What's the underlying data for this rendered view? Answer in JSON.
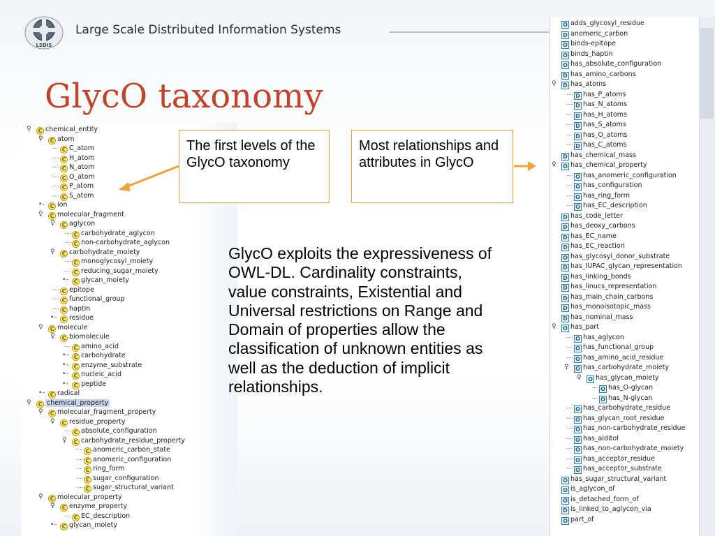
{
  "header": {
    "org_title": "Large Scale Distributed Information Systems",
    "logo_text": "LSDIS"
  },
  "slide": {
    "title": "GlycO taxonomy",
    "callout_left": "The first levels of the GlycO taxonomy",
    "callout_right": "Most relationships and attributes in GlycO",
    "body": "GlycO exploits the expressiveness of OWL-DL. Cardinality constraints, value constraints, Existential and Universal restrictions on Range and Domain of properties allow the classification of unknown entities as well as the deduction of implicit relationships."
  },
  "colors": {
    "title": "#c0442a",
    "accent_orange": "#f0a23a",
    "class_icon": "#fbeb7a",
    "property_icon_border": "#2f7fae"
  },
  "left_tree": [
    {
      "label": "chemical_entity",
      "depth": 0,
      "icon": "C",
      "expander": "open"
    },
    {
      "label": "atom",
      "depth": 1,
      "icon": "C",
      "expander": "open"
    },
    {
      "label": "C_atom",
      "depth": 2,
      "icon": "C",
      "expander": ""
    },
    {
      "label": "H_atom",
      "depth": 2,
      "icon": "C",
      "expander": ""
    },
    {
      "label": "N_atom",
      "depth": 2,
      "icon": "C",
      "expander": ""
    },
    {
      "label": "O_atom",
      "depth": 2,
      "icon": "C",
      "expander": ""
    },
    {
      "label": "P_atom",
      "depth": 2,
      "icon": "C",
      "expander": ""
    },
    {
      "label": "S_atom",
      "depth": 2,
      "icon": "C",
      "expander": ""
    },
    {
      "label": "ion",
      "depth": 1,
      "icon": "C",
      "expander": "closed"
    },
    {
      "label": "molecular_fragment",
      "depth": 1,
      "icon": "C",
      "expander": "open"
    },
    {
      "label": "aglycon",
      "depth": 2,
      "icon": "C",
      "expander": "open"
    },
    {
      "label": "carbohydrate_aglycon",
      "depth": 3,
      "icon": "C",
      "expander": ""
    },
    {
      "label": "non-carbohydrate_aglycon",
      "depth": 3,
      "icon": "C",
      "expander": ""
    },
    {
      "label": "carbohydrate_moiety",
      "depth": 2,
      "icon": "C",
      "expander": "open"
    },
    {
      "label": "monoglycosyl_moiety",
      "depth": 3,
      "icon": "C",
      "expander": ""
    },
    {
      "label": "reducing_sugar_moiety",
      "depth": 3,
      "icon": "C",
      "expander": ""
    },
    {
      "label": "glycan_moiety",
      "depth": 3,
      "icon": "C",
      "expander": "closed"
    },
    {
      "label": "epitope",
      "depth": 2,
      "icon": "C",
      "expander": ""
    },
    {
      "label": "functional_group",
      "depth": 2,
      "icon": "C",
      "expander": ""
    },
    {
      "label": "haptin",
      "depth": 2,
      "icon": "C",
      "expander": ""
    },
    {
      "label": "residue",
      "depth": 2,
      "icon": "C",
      "expander": "closed"
    },
    {
      "label": "molecule",
      "depth": 1,
      "icon": "C",
      "expander": "open"
    },
    {
      "label": "biomolecule",
      "depth": 2,
      "icon": "C",
      "expander": "open"
    },
    {
      "label": "amino_acid",
      "depth": 3,
      "icon": "C",
      "expander": ""
    },
    {
      "label": "carbohydrate",
      "depth": 3,
      "icon": "C",
      "expander": "closed"
    },
    {
      "label": "enzyme_substrate",
      "depth": 3,
      "icon": "C",
      "expander": "closed"
    },
    {
      "label": "nucleic_acid",
      "depth": 3,
      "icon": "C",
      "expander": "closed"
    },
    {
      "label": "peptide",
      "depth": 3,
      "icon": "C",
      "expander": "closed"
    },
    {
      "label": "radical",
      "depth": 1,
      "icon": "C",
      "expander": "closed"
    },
    {
      "label": "chemical_property",
      "depth": 0,
      "icon": "C",
      "expander": "open",
      "selected": true
    },
    {
      "label": "molecular_fragment_property",
      "depth": 1,
      "icon": "C",
      "expander": "open"
    },
    {
      "label": "residue_property",
      "depth": 2,
      "icon": "C",
      "expander": "open"
    },
    {
      "label": "absolute_configuration",
      "depth": 3,
      "icon": "C",
      "expander": ""
    },
    {
      "label": "carbohydrate_residue_property",
      "depth": 3,
      "icon": "C",
      "expander": "open"
    },
    {
      "label": "anomeric_carbon_state",
      "depth": 4,
      "icon": "C",
      "expander": ""
    },
    {
      "label": "anomeric_configuration",
      "depth": 4,
      "icon": "C",
      "expander": ""
    },
    {
      "label": "ring_form",
      "depth": 4,
      "icon": "C",
      "expander": ""
    },
    {
      "label": "sugar_configuration",
      "depth": 4,
      "icon": "C",
      "expander": ""
    },
    {
      "label": "sugar_structural_variant",
      "depth": 4,
      "icon": "C",
      "expander": ""
    },
    {
      "label": "molecular_property",
      "depth": 1,
      "icon": "C",
      "expander": "open"
    },
    {
      "label": "enzyme_property",
      "depth": 2,
      "icon": "C",
      "expander": "open"
    },
    {
      "label": "EC_description",
      "depth": 3,
      "icon": "C",
      "expander": ""
    },
    {
      "label": "glycan_moiety",
      "depth": 2,
      "icon": "C",
      "expander": "closed"
    }
  ],
  "right_tree": [
    {
      "label": "adds_glycosyl_residue",
      "depth": 0,
      "icon": "O",
      "expander": ""
    },
    {
      "label": "anomeric_carbon",
      "depth": 0,
      "icon": "D",
      "expander": ""
    },
    {
      "label": "binds-epitope",
      "depth": 0,
      "icon": "O",
      "expander": ""
    },
    {
      "label": "binds_haptin",
      "depth": 0,
      "icon": "O",
      "expander": ""
    },
    {
      "label": "has_absolute_configuration",
      "depth": 0,
      "icon": "O",
      "expander": ""
    },
    {
      "label": "has_amino_carbons",
      "depth": 0,
      "icon": "D",
      "expander": ""
    },
    {
      "label": "has_atoms",
      "depth": 0,
      "icon": "D",
      "expander": "open"
    },
    {
      "label": "has_P_atoms",
      "depth": 1,
      "icon": "D",
      "expander": ""
    },
    {
      "label": "has_N_atoms",
      "depth": 1,
      "icon": "D",
      "expander": ""
    },
    {
      "label": "has_H_atoms",
      "depth": 1,
      "icon": "D",
      "expander": ""
    },
    {
      "label": "has_S_atoms",
      "depth": 1,
      "icon": "D",
      "expander": ""
    },
    {
      "label": "has_O_atoms",
      "depth": 1,
      "icon": "D",
      "expander": ""
    },
    {
      "label": "has_C_atoms",
      "depth": 1,
      "icon": "D",
      "expander": ""
    },
    {
      "label": "has_chemical_mass",
      "depth": 0,
      "icon": "D",
      "expander": ""
    },
    {
      "label": "has_chemical_property",
      "depth": 0,
      "icon": "O",
      "expander": "open"
    },
    {
      "label": "has_anomeric_configuration",
      "depth": 1,
      "icon": "O",
      "expander": ""
    },
    {
      "label": "has_configuration",
      "depth": 1,
      "icon": "O",
      "expander": ""
    },
    {
      "label": "has_ring_form",
      "depth": 1,
      "icon": "O",
      "expander": ""
    },
    {
      "label": "has_EC_description",
      "depth": 1,
      "icon": "O",
      "expander": ""
    },
    {
      "label": "has_code_letter",
      "depth": 0,
      "icon": "D",
      "expander": ""
    },
    {
      "label": "has_deoxy_carbons",
      "depth": 0,
      "icon": "D",
      "expander": ""
    },
    {
      "label": "has_EC_name",
      "depth": 0,
      "icon": "D",
      "expander": ""
    },
    {
      "label": "has_EC_reaction",
      "depth": 0,
      "icon": "D",
      "expander": ""
    },
    {
      "label": "has_glycosyl_donor_substrate",
      "depth": 0,
      "icon": "O",
      "expander": ""
    },
    {
      "label": "has_IUPAC_glycan_representation",
      "depth": 0,
      "icon": "D",
      "expander": ""
    },
    {
      "label": "has_linking_bonds",
      "depth": 0,
      "icon": "D",
      "expander": ""
    },
    {
      "label": "has_linucs_representation",
      "depth": 0,
      "icon": "D",
      "expander": ""
    },
    {
      "label": "has_main_chain_carbons",
      "depth": 0,
      "icon": "D",
      "expander": ""
    },
    {
      "label": "has_monoisotopic_mass",
      "depth": 0,
      "icon": "D",
      "expander": ""
    },
    {
      "label": "has_nominal_mass",
      "depth": 0,
      "icon": "D",
      "expander": ""
    },
    {
      "label": "has_part",
      "depth": 0,
      "icon": "O",
      "expander": "open"
    },
    {
      "label": "has_aglycon",
      "depth": 1,
      "icon": "O",
      "expander": ""
    },
    {
      "label": "has_functional_group",
      "depth": 1,
      "icon": "O",
      "expander": ""
    },
    {
      "label": "has_amino_acid_residue",
      "depth": 1,
      "icon": "O",
      "expander": ""
    },
    {
      "label": "has_carbohydrate_moiety",
      "depth": 1,
      "icon": "O",
      "expander": "open"
    },
    {
      "label": "has_glycan_moiety",
      "depth": 2,
      "icon": "O",
      "expander": "open"
    },
    {
      "label": "has_O-glycan",
      "depth": 3,
      "icon": "O",
      "expander": ""
    },
    {
      "label": "has_N-glycan",
      "depth": 3,
      "icon": "O",
      "expander": ""
    },
    {
      "label": "has_carbohydrate_residue",
      "depth": 1,
      "icon": "O",
      "expander": ""
    },
    {
      "label": "has_glycan_root_residue",
      "depth": 1,
      "icon": "O",
      "expander": ""
    },
    {
      "label": "has_non-carbohydrate_residue",
      "depth": 1,
      "icon": "O",
      "expander": ""
    },
    {
      "label": "has_alditol",
      "depth": 1,
      "icon": "O",
      "expander": ""
    },
    {
      "label": "has_non-carbohydrate_moiety",
      "depth": 1,
      "icon": "O",
      "expander": ""
    },
    {
      "label": "has_acceptor_residue",
      "depth": 1,
      "icon": "O",
      "expander": ""
    },
    {
      "label": "has_acceptor_substrate",
      "depth": 1,
      "icon": "O",
      "expander": ""
    },
    {
      "label": "has_sugar_structural_variant",
      "depth": 0,
      "icon": "O",
      "expander": ""
    },
    {
      "label": "is_aglycon_of",
      "depth": 0,
      "icon": "O",
      "expander": ""
    },
    {
      "label": "is_detached_form_of",
      "depth": 0,
      "icon": "O",
      "expander": ""
    },
    {
      "label": "is_linked_to_aglycon_via",
      "depth": 0,
      "icon": "D",
      "expander": ""
    },
    {
      "label": "part_of",
      "depth": 0,
      "icon": "O",
      "expander": ""
    }
  ]
}
